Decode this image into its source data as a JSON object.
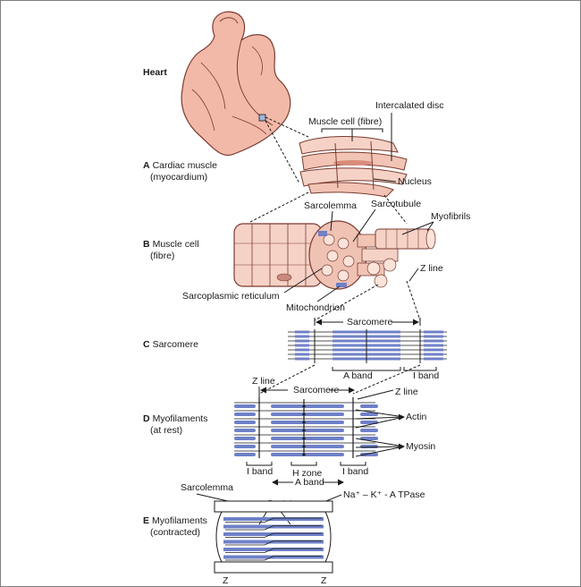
{
  "sections": {
    "heart": {
      "title": "Heart"
    },
    "A": {
      "letter": "A",
      "line1": "Cardiac muscle",
      "line2": "(myocardium)"
    },
    "B": {
      "letter": "B",
      "line1": "Muscle cell",
      "line2": "(fibre)"
    },
    "C": {
      "letter": "C",
      "line1": "Sarcomere"
    },
    "D": {
      "letter": "D",
      "line1": "Myofilaments",
      "line2": "(at rest)"
    },
    "E": {
      "letter": "E",
      "line1": "Myofilaments",
      "line2": "(contracted)"
    }
  },
  "labels": {
    "intercalated_disc": "Intercalated disc",
    "muscle_cell_fibre": "Muscle cell (fibre)",
    "nucleus": "Nucleus",
    "sarcolemma": "Sarcolemma",
    "sarcotubule": "Sarcotubule",
    "myofibrils": "Myofibrils",
    "z_line": "Z line",
    "sarcoplasmic_reticulum": "Sarcoplasmic reticulum",
    "mitochondrion": "Mitochondrion",
    "sarcomere": "Sarcomere",
    "a_band": "A band",
    "i_band": "I band",
    "h_zone": "H zone",
    "actin": "Actin",
    "myosin": "Myosin",
    "na_k_atpase": "Na⁺ – K⁺ - A TPase",
    "ca": "Ca ⁺ ⁺",
    "z": "Z"
  },
  "colors": {
    "heart_fill": "#f2b9a8",
    "heart_stroke": "#7a3b30",
    "cell_fill": "#f6d2c6",
    "filament_blue": "#6f80c8",
    "line_dark": "#1a1a1a",
    "frame": "#7f7f7f"
  }
}
